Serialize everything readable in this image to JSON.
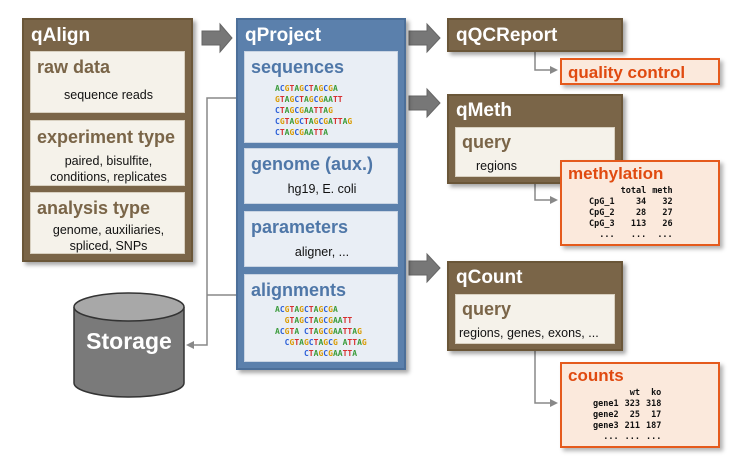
{
  "qalign": {
    "title": "qAlign",
    "sections": [
      {
        "heading": "raw data",
        "lines": [
          "sequence reads"
        ]
      },
      {
        "heading": "experiment type",
        "lines": [
          "paired, bisulfite,",
          "conditions, replicates"
        ]
      },
      {
        "heading": "analysis type",
        "lines": [
          "genome, auxiliaries,",
          "spliced, SNPs"
        ]
      }
    ]
  },
  "qproject": {
    "title": "qProject",
    "sections": [
      {
        "heading": "sequences",
        "sequences": [
          "ACGTAGCTAGCGA",
          "GTAGCTAGCGAATT",
          "CTAGCGAATTAG",
          "CGTAGCTAGCGATTAG",
          "CTAGCGAATTA"
        ]
      },
      {
        "heading": "genome (aux.)",
        "lines": [
          "hg19, E. coli"
        ]
      },
      {
        "heading": "parameters",
        "lines": [
          "aligner, ..."
        ]
      },
      {
        "heading": "alignments",
        "sequences": [
          "ACGTAGCTAGCGA",
          "  GTAGCTAGCGAATT",
          "ACGTA CTAGCGAATTAG",
          "  CGTAGCTAGCG ATTAG",
          "      CTAGCGAATTA"
        ]
      }
    ]
  },
  "storage": {
    "label": "Storage"
  },
  "qqcreport": {
    "title": "qQCReport",
    "output": "quality control"
  },
  "qmeth": {
    "title": "qMeth",
    "query_heading": "query",
    "query_text": "regions",
    "output": {
      "title": "methylation",
      "columns": [
        "",
        "total",
        "meth"
      ],
      "rows": [
        [
          "CpG_1",
          "34",
          "32"
        ],
        [
          "CpG_2",
          "28",
          "27"
        ],
        [
          "CpG_3",
          "113",
          "26"
        ],
        [
          "...",
          "...",
          "..."
        ]
      ]
    }
  },
  "qcount": {
    "title": "qCount",
    "query_heading": "query",
    "query_text": "regions, genes, exons, ...",
    "output": {
      "title": "counts",
      "columns": [
        "",
        "wt",
        "ko"
      ],
      "rows": [
        [
          "gene1",
          "323",
          "318"
        ],
        [
          "gene2",
          "25",
          "17"
        ],
        [
          "gene3",
          "211",
          "187"
        ],
        [
          "...",
          "...",
          "..."
        ]
      ]
    }
  },
  "colors": {
    "brown": "#7a6548",
    "blue": "#5b80ac",
    "orange": "#e55a1c",
    "arrow_gray": "#777777"
  }
}
